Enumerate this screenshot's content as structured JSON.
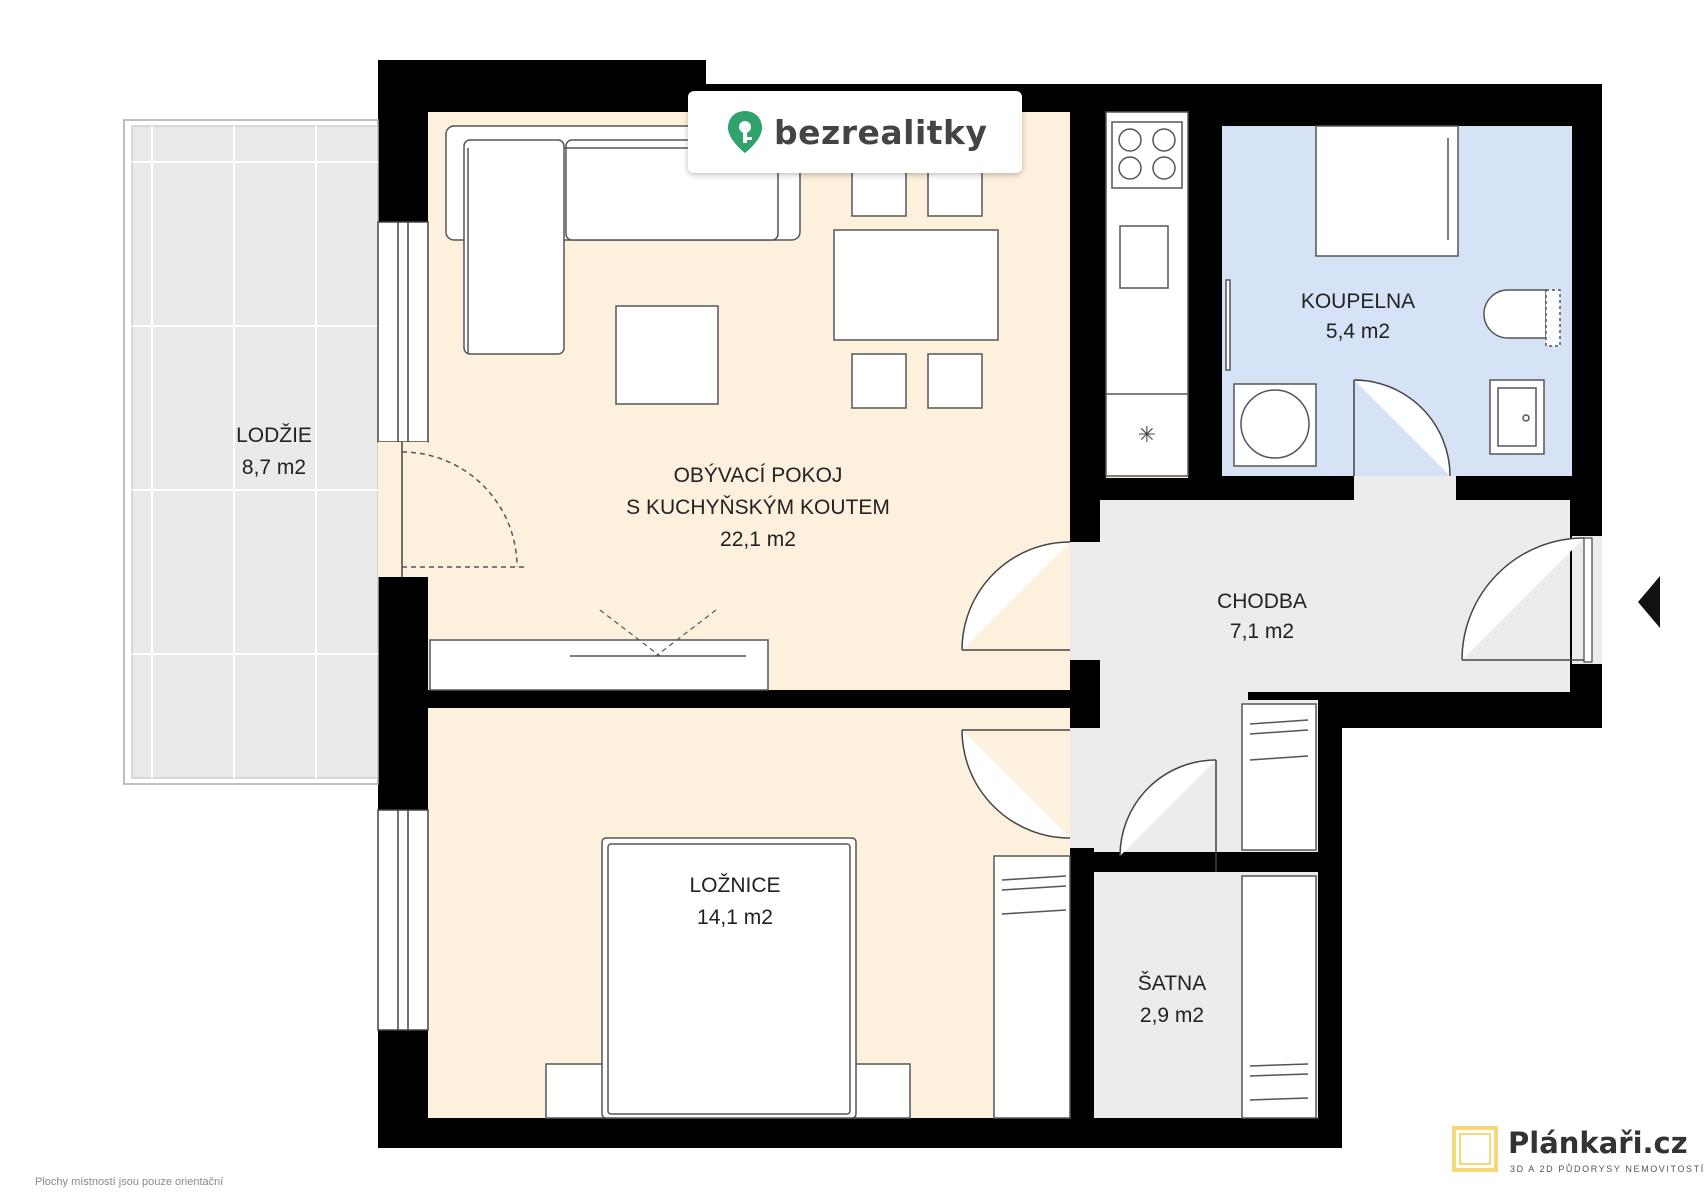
{
  "brand": {
    "name": "bezrealitky",
    "icon": "map-pin-key-icon",
    "color": "#2fa36b"
  },
  "rooms": {
    "lodzie": {
      "name": "LODŽIE",
      "area": "8,7 m2"
    },
    "obyvak": {
      "name_line1": "OBÝVACÍ POKOJ",
      "name_line2": "S KUCHYŇSKÝM KOUTEM",
      "area": "22,1 m2"
    },
    "koupelna": {
      "name": "KOUPELNA",
      "area": "5,4 m2"
    },
    "chodba": {
      "name": "CHODBA",
      "area": "7,1 m2"
    },
    "loznice": {
      "name": "LOŽNICE",
      "area": "14,1 m2"
    },
    "satna": {
      "name": "ŠATNA",
      "area": "2,9 m2"
    }
  },
  "disclaimer": "Plochy místností jsou pouze orientační",
  "plankari": {
    "name": "Plánkaři.cz",
    "tagline": "3D A 2D PŮDORYSY NEMOVITOSTÍ",
    "icon": "square-frame-icon"
  },
  "colors": {
    "wall": "#000000",
    "living": "#fdf1dd",
    "bath": "#d6e3f7",
    "hall": "#ececec",
    "balcony": "#eaeaea"
  }
}
